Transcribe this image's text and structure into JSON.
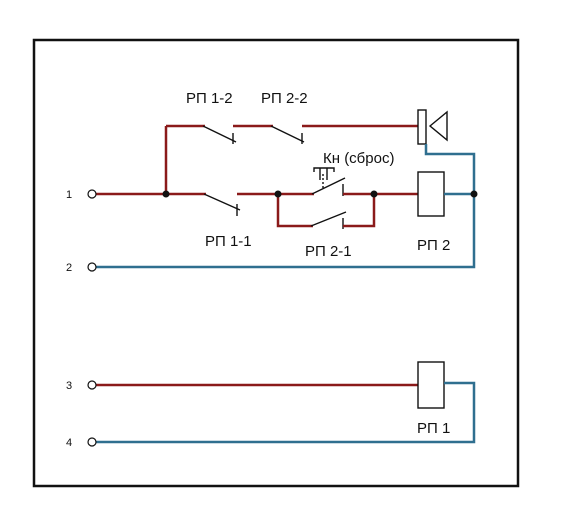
{
  "terminals": [
    {
      "id": "t1",
      "label": "1"
    },
    {
      "id": "t2",
      "label": "2"
    },
    {
      "id": "t3",
      "label": "3"
    },
    {
      "id": "t4",
      "label": "4"
    }
  ],
  "labels": {
    "rp12": "РП 1-2",
    "rp22": "РП 2-2",
    "kn": "Кн (сброс)",
    "rp11": "РП 1-1",
    "rp21": "РП 2-1",
    "rp2": "РП 2",
    "rp1": "РП 1"
  },
  "colors": {
    "red_wire": "#8b1a1a",
    "blue_wire": "#2f6f8f",
    "frame": "#111111"
  }
}
